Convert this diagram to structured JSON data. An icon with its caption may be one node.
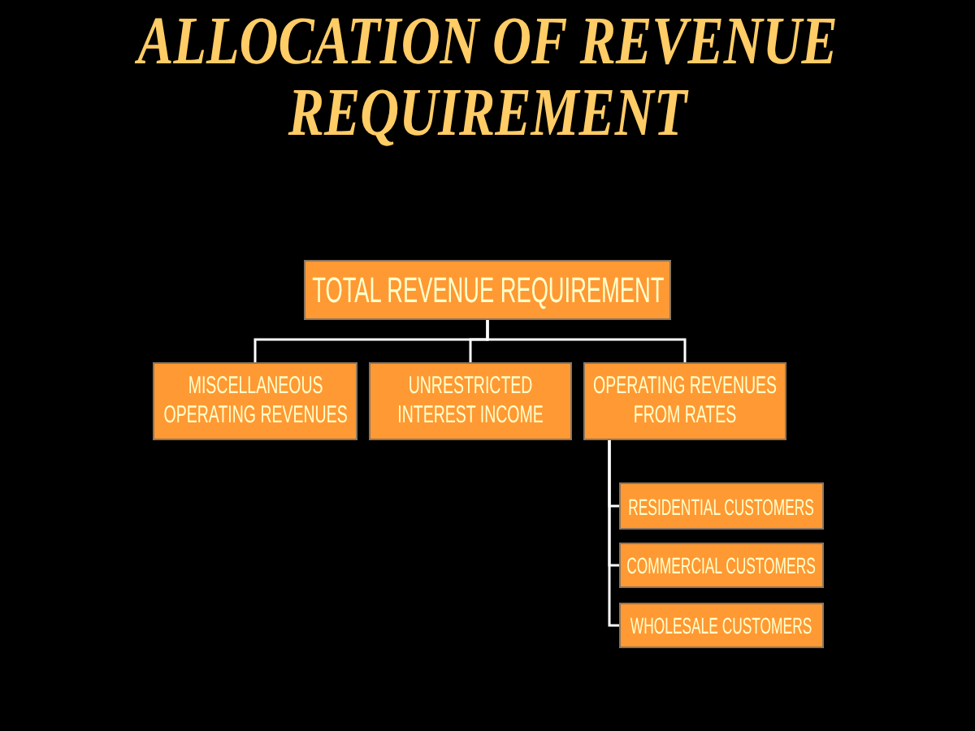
{
  "diagram": {
    "title": "ALLOCATION OF REVENUE REQUIREMENT",
    "nodes": [
      {
        "text": [
          "TOTAL REVENUE REQUIREMENT"
        ]
      },
      {
        "text": [
          "MISCELLANEOUS OPERATING REVENUES"
        ]
      },
      {
        "text": [
          "UNRESTRICTED INTEREST INCOME"
        ]
      },
      {
        "text": [
          "OPERATING REVENUES FROM RATES"
        ]
      },
      {
        "text": [
          "RESIDENTIAL CUSTOMERS"
        ]
      },
      {
        "text": [
          "COMMERCIAL CUSTOMERS"
        ]
      },
      {
        "text": [
          "WHOLESALE CUSTOMERS"
        ]
      }
    ],
    "edges": [
      {
        "from": 0,
        "to": 1,
        "arrow": "none"
      },
      {
        "from": 0,
        "to": 2,
        "arrow": "none"
      },
      {
        "from": 0,
        "to": 3,
        "arrow": "none"
      },
      {
        "from": 3,
        "to": 4,
        "arrow": "none"
      },
      {
        "from": 3,
        "to": 5,
        "arrow": "none"
      },
      {
        "from": 3,
        "to": 6,
        "arrow": "none"
      }
    ]
  }
}
